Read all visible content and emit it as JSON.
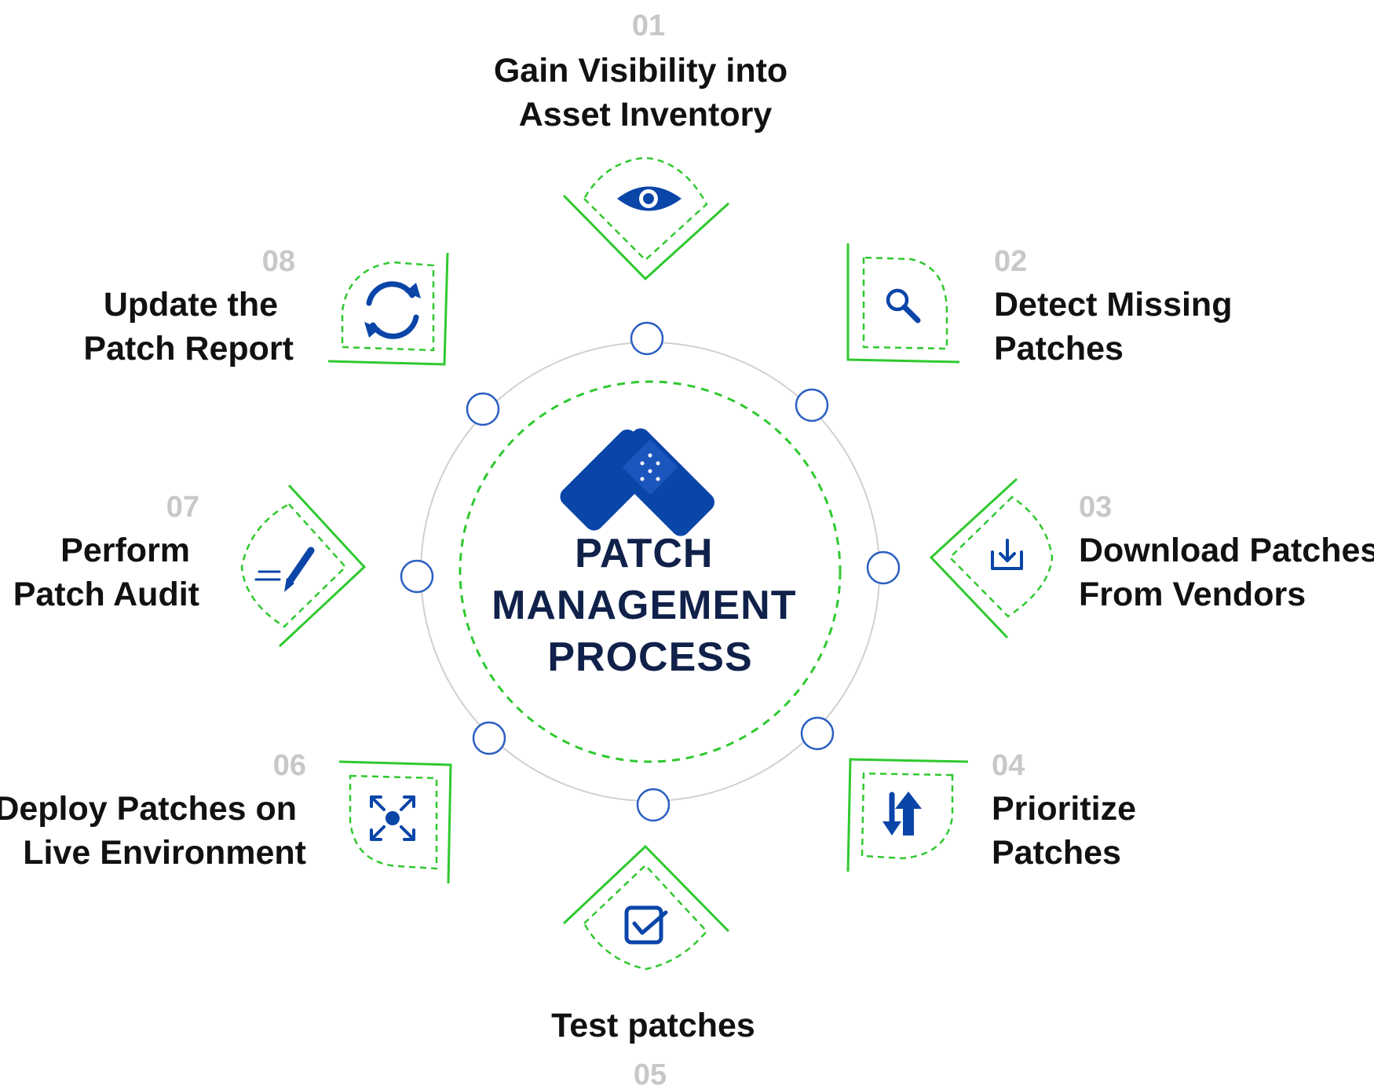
{
  "center": {
    "title_lines": [
      "PATCH",
      "MANAGEMENT",
      "PROCESS"
    ]
  },
  "steps": [
    {
      "number": "01",
      "title_lines": [
        "Gain Visibility into",
        "Asset Inventory"
      ],
      "icon": "eye-icon"
    },
    {
      "number": "02",
      "title_lines": [
        "Detect Missing",
        "Patches"
      ],
      "icon": "magnifier-icon"
    },
    {
      "number": "03",
      "title_lines": [
        "Download Patches",
        "From Vendors"
      ],
      "icon": "download-icon"
    },
    {
      "number": "04",
      "title_lines": [
        "Prioritize",
        "Patches"
      ],
      "icon": "sort-arrows-icon"
    },
    {
      "number": "05",
      "title_lines": [
        "Test patches"
      ],
      "icon": "checkbox-icon"
    },
    {
      "number": "06",
      "title_lines": [
        "Deploy Patches on",
        "Live Environment"
      ],
      "icon": "expand-arrows-icon"
    },
    {
      "number": "07",
      "title_lines": [
        "Perform",
        "Patch Audit"
      ],
      "icon": "pencil-icon"
    },
    {
      "number": "08",
      "title_lines": [
        "Update the",
        "Patch Report"
      ],
      "icon": "refresh-icon"
    }
  ],
  "colors": {
    "accent_green": "#2fc92f",
    "icon_blue": "#0a45a8",
    "center_text": "#10214a",
    "number_gray": "#c8c8c8",
    "ring_gray": "#d0d0d0"
  }
}
